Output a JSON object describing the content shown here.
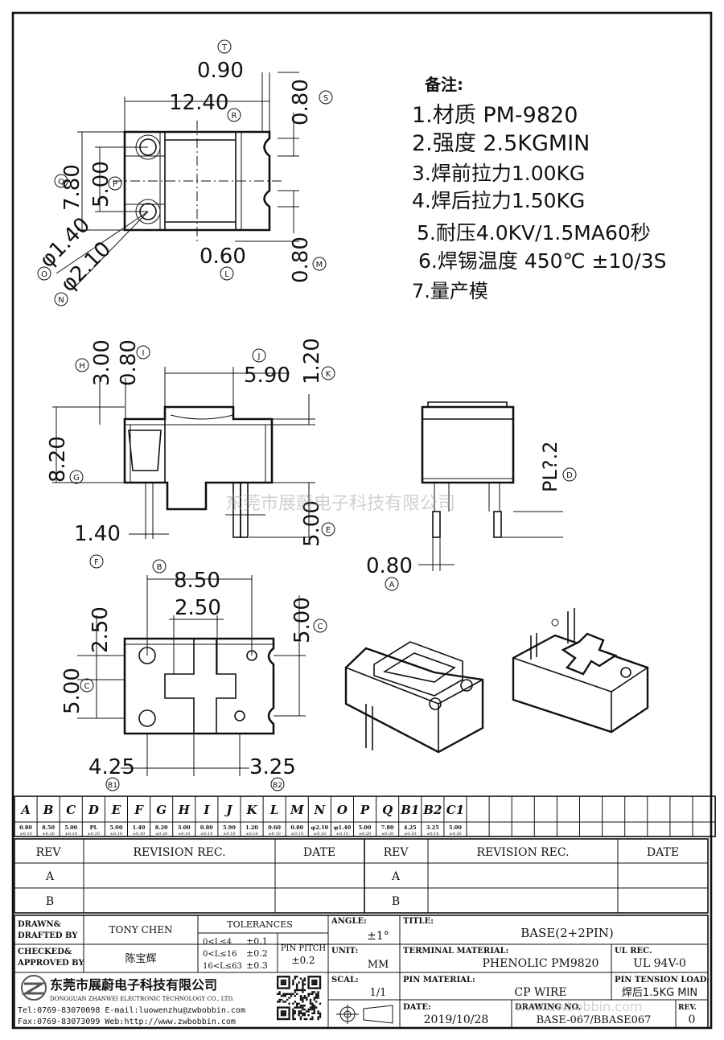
{
  "notes": {
    "heading": "备注:",
    "items": [
      "1.材质 PM-9820",
      "2.强度 2.5KGMIN",
      "3.焊前拉力1.00KG",
      "4.焊后拉力1.50KG",
      "5.耐压4.0KV/1.5MA60秒",
      "6.焊锡温度 450℃ ±10/3S",
      "7.量产模"
    ]
  },
  "top_view": {
    "dims": {
      "T": "0.90",
      "R": "12.40",
      "S": "0.80",
      "Q": "7.80",
      "P": "5.00",
      "O": "φ1.40",
      "N": "φ2.10",
      "L": "0.60",
      "M": "0.80"
    },
    "markers": [
      "T",
      "R",
      "S",
      "Q",
      "P",
      "O",
      "N",
      "L",
      "M"
    ]
  },
  "side_view": {
    "dims": {
      "H": "3.00",
      "I": "0.80",
      "J": "5.90",
      "K": "1.20",
      "G": "8.20",
      "F": "1.40",
      "E": "5.00"
    },
    "markers": [
      "H",
      "I",
      "J",
      "K",
      "G",
      "F",
      "E"
    ]
  },
  "front_view": {
    "dims": {
      "D": "PL?.2",
      "A": "0.80"
    },
    "markers": [
      "D",
      "A"
    ]
  },
  "bottom_view": {
    "dims": {
      "B": "8.50",
      "C1_top": "2.50",
      "C_right": "5.00",
      "C_left": "5.00",
      "upper_left": "2.50",
      "B1": "4.25",
      "B2": "3.25"
    },
    "markers": [
      "B",
      "C",
      "C",
      "B1",
      "B2"
    ]
  },
  "watermark": "东莞市展蔚电子科技有限公司",
  "dimension_table": {
    "headers": [
      "A",
      "B",
      "C",
      "D",
      "E",
      "F",
      "G",
      "H",
      "I",
      "J",
      "K",
      "L",
      "M",
      "N",
      "O",
      "P",
      "Q",
      "B1",
      "B2",
      "C1"
    ],
    "values": [
      "0.80",
      "8.50",
      "5.00",
      "PL",
      "5.00",
      "1.40",
      "8.20",
      "3.00",
      "0.80",
      "5.90",
      "1.20",
      "0.60",
      "0.80",
      "φ2.10",
      "φ1.40",
      "5.00",
      "7.80",
      "4.25",
      "3.25",
      "5.00"
    ],
    "tolerances": [
      "±0.10",
      "±0.20",
      "±0.10",
      "±0.20",
      "±0.10",
      "±0.10",
      "±0.20",
      "±0.10",
      "±0.10",
      "±0.10",
      "±0.10",
      "±0.10",
      "±0.10",
      "±0.10",
      "±0.10",
      "±0.20",
      "±0.20",
      "±0.10",
      "±0.10",
      "±0.20"
    ]
  },
  "revision": {
    "rev_header": "REV",
    "record_header": "REVISION REC.",
    "date_header": "DATE",
    "left_rows": [
      "A",
      "B"
    ],
    "right_rows": [
      "A",
      "B"
    ]
  },
  "title_block": {
    "drawn_label": "DRAWN&\nDRAFTED BY",
    "drawn_label_l1": "DRAWN&",
    "drawn_label_l2": "DRAFTED BY",
    "drawn_value": "TONY CHEN",
    "checked_label_l1": "CHECKED&",
    "checked_label_l2": "APPROVED BY",
    "checked_value": "陈宝辉",
    "tolerances_label": "TOLERANCES",
    "tol_rows": [
      {
        "range": "0<L≤4",
        "tol": "±0.1"
      },
      {
        "range": "0<L≤16",
        "tol": "±0.2"
      },
      {
        "range": "16<L≤63",
        "tol": "±0.3"
      }
    ],
    "pin_pitch_label": "PIN PITCH",
    "pin_pitch_value": "±0.2",
    "angle_label": "ANGLE:",
    "angle_value": "±1°",
    "unit_label": "UNIT:",
    "unit_value": "MM",
    "scale_label": "SCAL:",
    "scale_value": "1/1",
    "title_label": "TITLE:",
    "title_value": "BASE(2+2PIN)",
    "terminal_label": "TERMINAL MATERIAL:",
    "terminal_value": "PHENOLIC PM9820",
    "ul_label": "UL REC.",
    "ul_value": "UL 94V-0",
    "pin_material_label": "PIN MATERIAL:",
    "pin_material_value": "CP WIRE",
    "tension_label": "PIN TENSION LOAD:",
    "tension_value": "焊后1.5KG MIN",
    "date_label": "DATE:",
    "date_value": "2019/10/28",
    "drawing_no_label": "DRAWING NO.",
    "drawing_no_value": "BASE-067/BBASE067",
    "rev_label": "REV.",
    "rev_value": "0",
    "company_cn": "东莞市展蔚电子科技有限公司",
    "company_en": "DONGGUAN ZHANWEI ELECTRONIC TECHNOLOGY CO., LTD.",
    "tel": "Tel:0769-83070098 E-mail:luowenzhu@zwbobbin.com",
    "fax": "Fax:0769-83073099    Web:http://www.zwbobbin.com",
    "web_overlay": "www.zwbobbin.com"
  }
}
